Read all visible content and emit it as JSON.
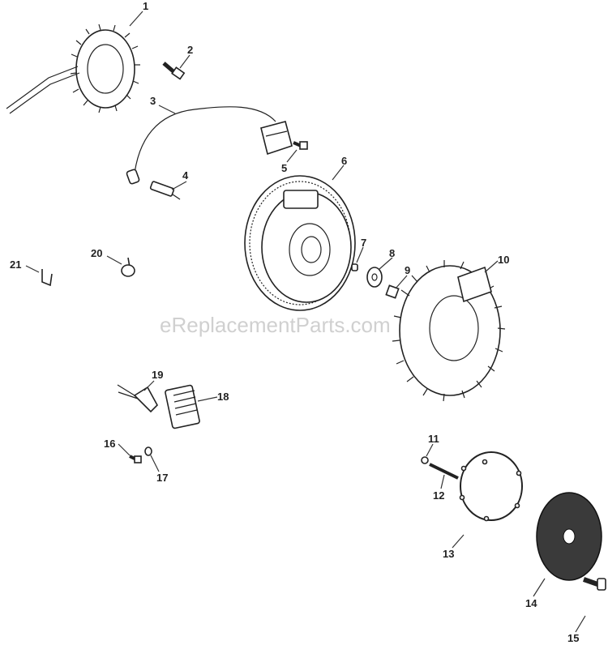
{
  "diagram": {
    "watermark": "eReplacementParts.com",
    "callouts": [
      {
        "id": "1",
        "label": "1"
      },
      {
        "id": "2",
        "label": "2"
      },
      {
        "id": "3",
        "label": "3"
      },
      {
        "id": "4",
        "label": "4"
      },
      {
        "id": "5",
        "label": "5"
      },
      {
        "id": "6",
        "label": "6"
      },
      {
        "id": "7",
        "label": "7"
      },
      {
        "id": "8",
        "label": "8"
      },
      {
        "id": "9",
        "label": "9"
      },
      {
        "id": "10",
        "label": "10"
      },
      {
        "id": "11",
        "label": "11"
      },
      {
        "id": "12",
        "label": "12"
      },
      {
        "id": "13",
        "label": "13"
      },
      {
        "id": "14",
        "label": "14"
      },
      {
        "id": "15",
        "label": "15"
      },
      {
        "id": "16",
        "label": "16"
      },
      {
        "id": "17",
        "label": "17"
      },
      {
        "id": "18",
        "label": "18"
      },
      {
        "id": "19",
        "label": "19"
      },
      {
        "id": "20",
        "label": "20"
      },
      {
        "id": "21",
        "label": "21"
      }
    ]
  }
}
